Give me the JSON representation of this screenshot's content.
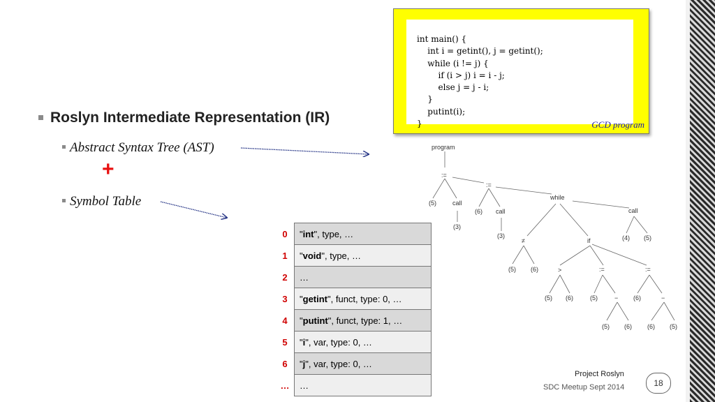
{
  "code": {
    "lines": [
      "int main() {",
      "    int i = getint(), j = getint();",
      "    while (i != j) {",
      "        if (i > j) i = i - j;",
      "        else j = j - i;",
      "    }",
      "    putint(i);",
      "}"
    ],
    "caption": "GCD program",
    "bg_color": "#ffff00"
  },
  "bullets": {
    "main": "Roslyn Intermediate Representation (IR)",
    "ast": "Abstract Syntax Tree (AST)",
    "plus": "+",
    "symtab": "Symbol Table"
  },
  "tree": {
    "program": "program",
    "assign1": ":=",
    "assign2": ":=",
    "n5a": "(5)",
    "call1": "call",
    "n3a": "(3)",
    "n6a": "(6)",
    "call2": "call",
    "n3b": "(3)",
    "while": "while",
    "call3": "call",
    "n4": "(4)",
    "n5b": "(5)",
    "neq": "≠",
    "n5c": "(5)",
    "n6b": "(6)",
    "if": "if",
    "gt": ">",
    "n5d": "(5)",
    "n6c": "(6)",
    "assign3": ":=",
    "n5e": "(5)",
    "minus1": "−",
    "n5f": "(5)",
    "n6d": "(6)",
    "assign4": ":=",
    "n6e": "(6)",
    "minus2": "−",
    "n6f": "(6)",
    "n5g": "(5)"
  },
  "symbol_table": [
    {
      "index": "0",
      "name": "int",
      "rest": ", type, …"
    },
    {
      "index": "1",
      "name": "void",
      "rest": ", type, …"
    },
    {
      "index": "2",
      "name": "",
      "rest": "…"
    },
    {
      "index": "3",
      "name": "getint",
      "rest": ", funct, type: 0, …"
    },
    {
      "index": "4",
      "name": "putint",
      "rest": ", funct, type: 1, …"
    },
    {
      "index": "5",
      "name": "i",
      "rest": ", var, type: 0, …"
    },
    {
      "index": "6",
      "name": "j",
      "rest": ", var, type: 0, …"
    },
    {
      "index": "…",
      "name": "",
      "rest": "…"
    }
  ],
  "footer": {
    "project": "Project Roslyn",
    "event": "SDC Meetup Sept 2014",
    "page": "18"
  }
}
